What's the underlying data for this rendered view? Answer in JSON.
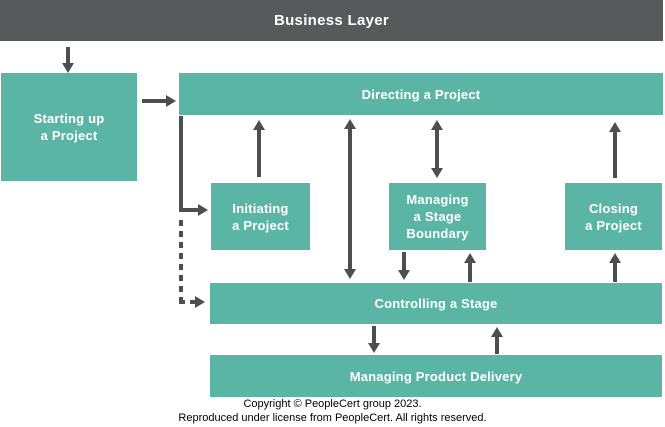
{
  "header": {
    "title": "Business Layer"
  },
  "processes": {
    "starting_up": "Starting up\na Project",
    "directing": "Directing a Project",
    "initiating": "Initiating\na Project",
    "stage_boundary": "Managing\na Stage\nBoundary",
    "closing": "Closing\na Project",
    "controlling": "Controlling a Stage",
    "product_delivery": "Managing Product Delivery"
  },
  "footer": {
    "copyright_line1": "Copyright © PeopleCert group 2023.",
    "copyright_line2": "Reproduced under license from PeopleCert. All rights reserved."
  },
  "colors": {
    "process_box": "#5BB5A4",
    "header_bar": "#58595B",
    "arrow": "#4D4E50",
    "label_text": "#FFFFFF",
    "footer_text": "#000000",
    "background": "#FFFFFF"
  }
}
